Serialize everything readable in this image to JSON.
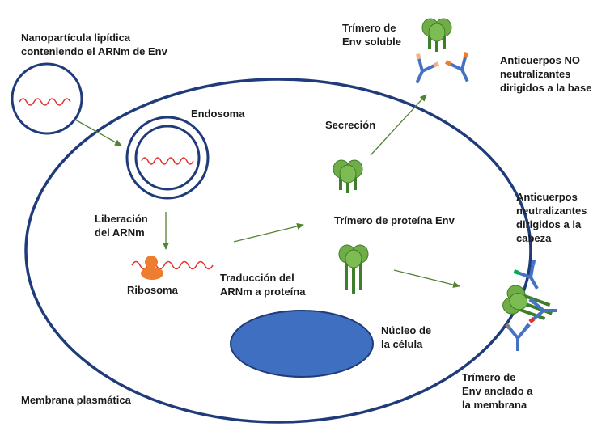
{
  "labels": {
    "nanoparticle": [
      "Nanopartícula lipídica",
      "conteniendo el ARNm de Env"
    ],
    "endosome": "Endosoma",
    "release": [
      "Liberación",
      "del ARNm"
    ],
    "ribosome": "Ribosoma",
    "translation": [
      "Traducción del",
      "ARNm a proteína"
    ],
    "secretion": "Secreción",
    "trimer": "Trímero de proteína Env",
    "nucleus": [
      "Núcleo de",
      "la célula"
    ],
    "membrane": "Membrana plasmática",
    "soluble_trimer": [
      "Trímero de",
      "Env soluble"
    ],
    "non_neutralizing": [
      "Anticuerpos NO",
      "neutralizantes",
      "dirigidos a la base"
    ],
    "neutralizing": [
      "Anticuerpos",
      "neutralizantes",
      "dirigidos a la",
      "cabeza"
    ],
    "anchored_trimer": [
      "Trímero de",
      "Env anclado a",
      "la membrana"
    ]
  },
  "colors": {
    "cell_outline": "#1f3b7a",
    "nucleus_fill": "#3f6fc0",
    "mrna": "#e0332e",
    "ribosome": "#ed7d31",
    "env_trimer": "#70ad47",
    "env_trimer_dark": "#3e7e2a",
    "arrow": "#548235",
    "antibody": "#4472c4",
    "antibody_tip_orange": "#f4b183",
    "antibody_tip_red": "#e0332e",
    "antibody_tip_green": "#00b050"
  }
}
